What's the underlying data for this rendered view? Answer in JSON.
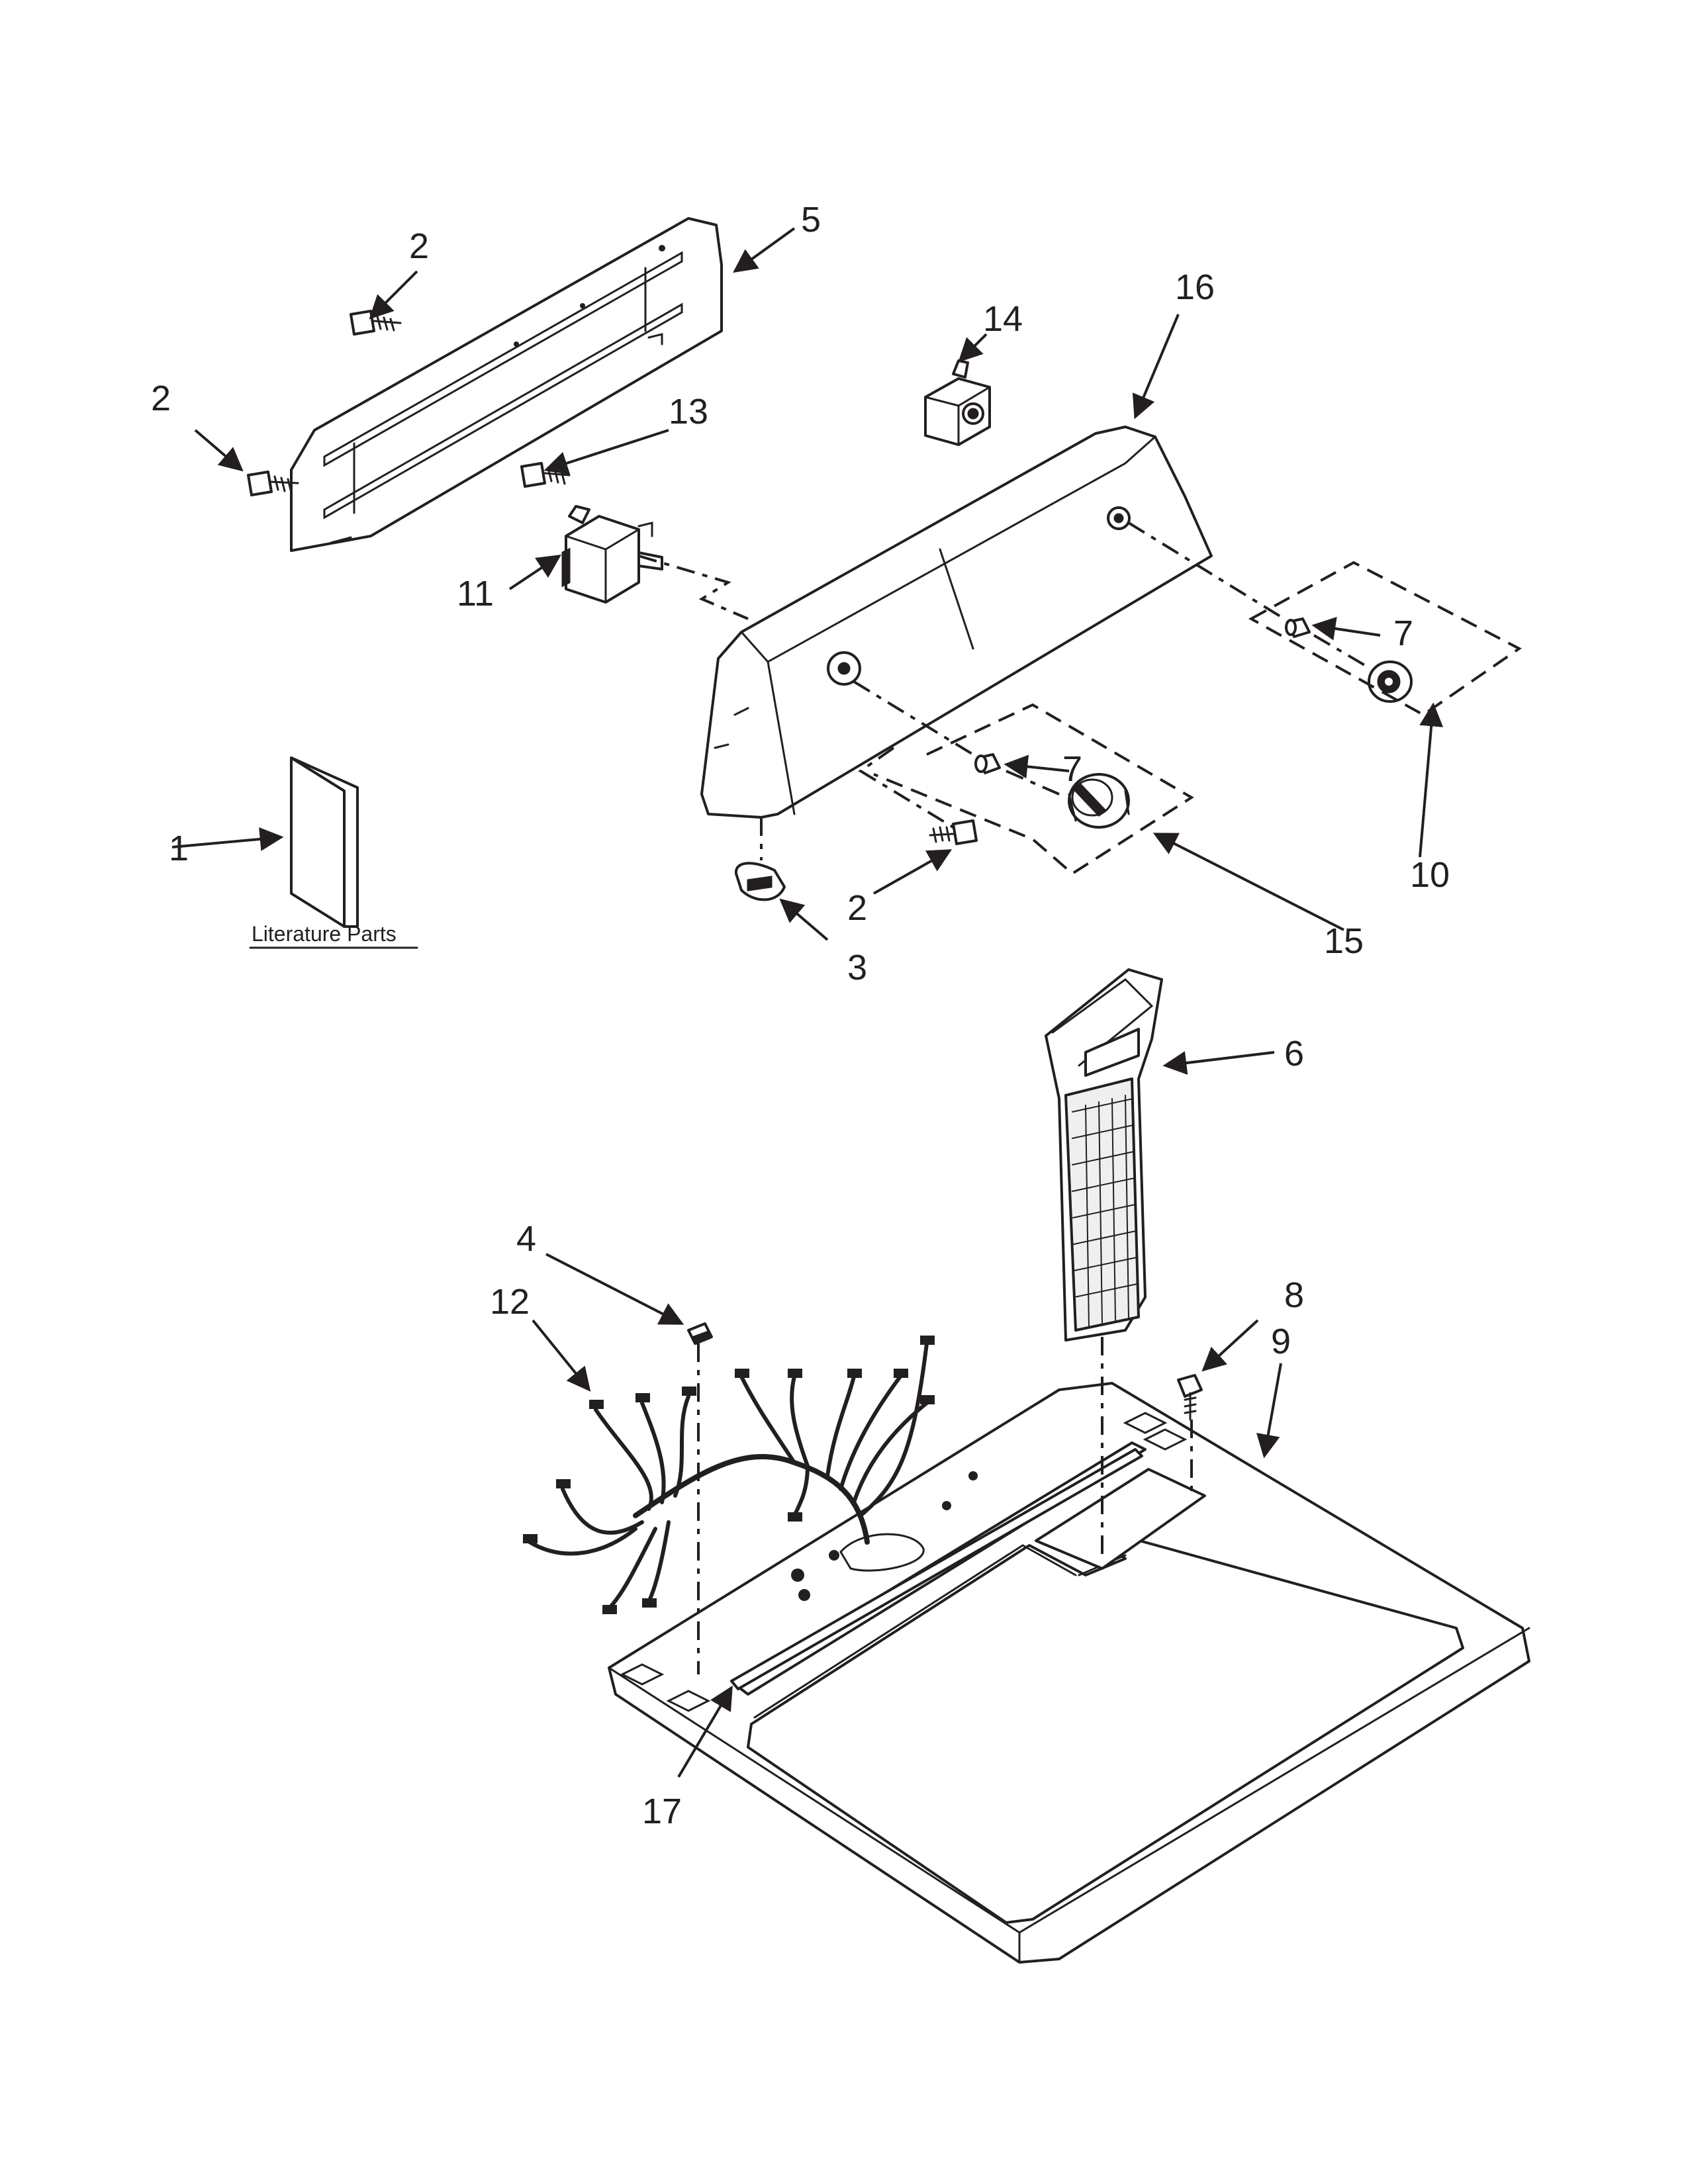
{
  "diagram": {
    "colors": {
      "ink": "#231f20",
      "paper": "#ffffff"
    },
    "caption": "Literature Parts",
    "callouts": {
      "c1": "1",
      "c2a": "2",
      "c2b": "2",
      "c2c": "2",
      "c3": "3",
      "c4": "4",
      "c5": "5",
      "c6": "6",
      "c7a": "7",
      "c7b": "7",
      "c8": "8",
      "c9": "9",
      "c10": "10",
      "c11": "11",
      "c12": "12",
      "c13": "13",
      "c14": "14",
      "c15": "15",
      "c16": "16",
      "c17": "17"
    }
  }
}
